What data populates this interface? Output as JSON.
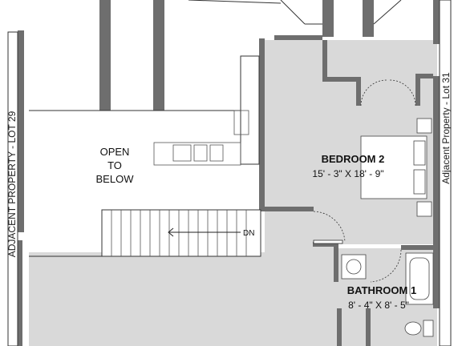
{
  "labels": {
    "left_property": "ADJACENT PROPERTY - LOT 29",
    "right_property": "Adjacent Property - Lot 31",
    "open_line1": "OPEN",
    "open_line2": "TO",
    "open_line3": "BELOW",
    "bedroom_name": "BEDROOM 2",
    "bedroom_dims": "15' - 3\" X 18' - 9\"",
    "bathroom_name": "BATHROOM 1",
    "bathroom_dims": "8' - 4\" X 8' - 5\"",
    "stair_direction": "DN"
  },
  "colors": {
    "floor": "#d9d9d9",
    "wall": "#6e6e6e",
    "line": "#333333",
    "paper": "#ffffff"
  }
}
